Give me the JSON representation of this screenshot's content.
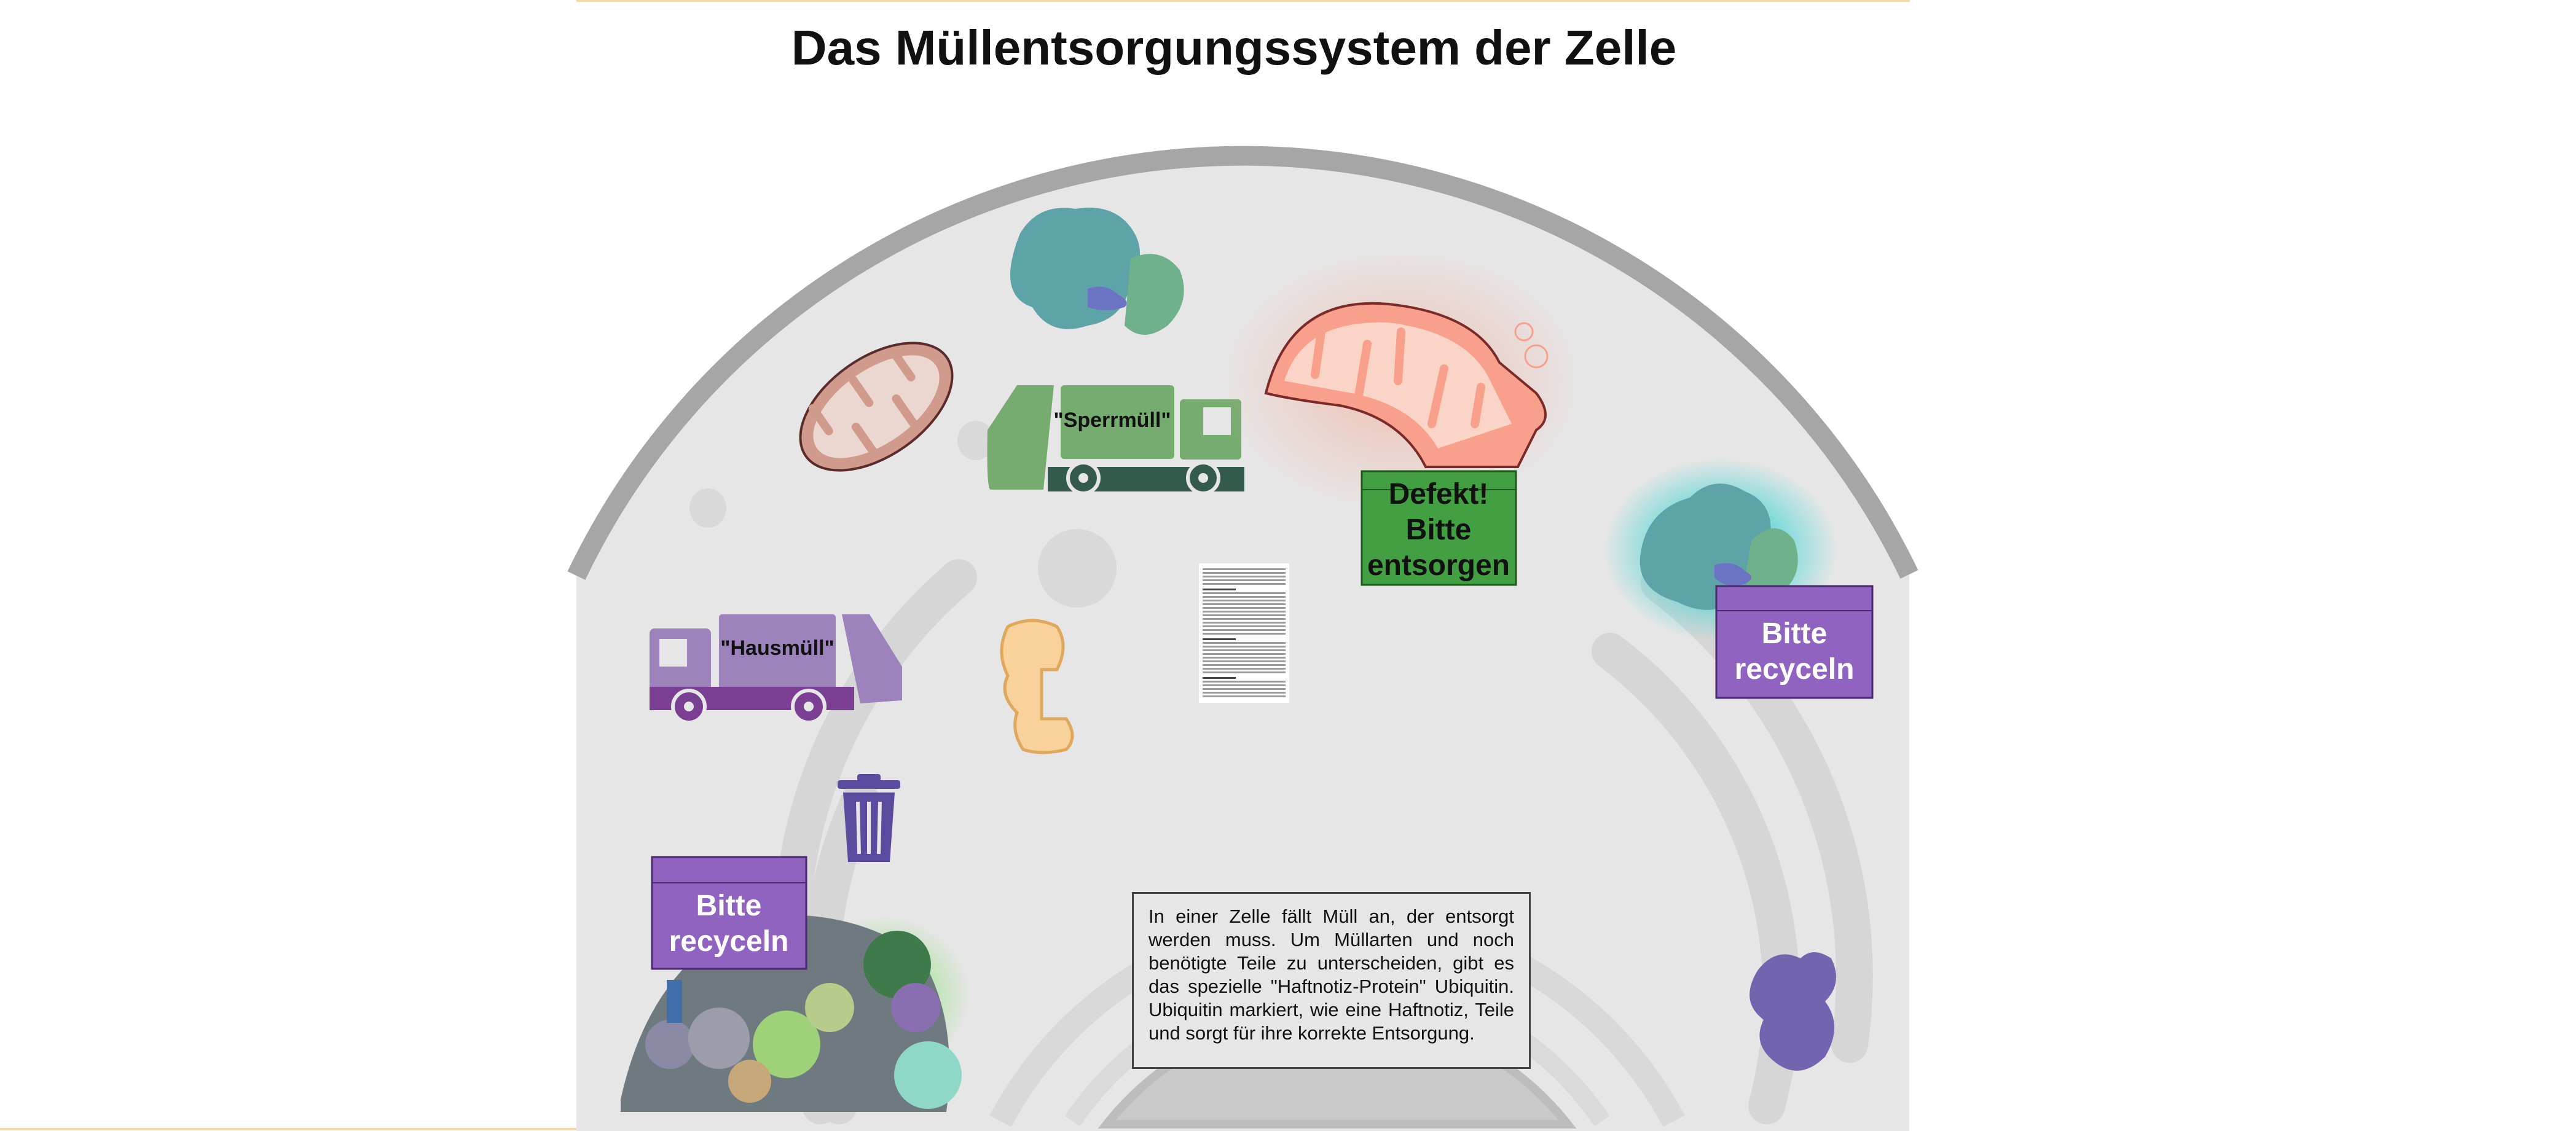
{
  "title": "Das Müllentsorgungssystem der Zelle",
  "trucks": {
    "green": {
      "label": "\"Sperrmüll\"",
      "color": "#77ac70",
      "chassis": "#335a4a"
    },
    "purple": {
      "label": "\"Hausmüll\"",
      "color": "#9d83bc",
      "chassis": "#7a3f92"
    }
  },
  "tags": {
    "defect": {
      "lines": [
        "Defekt!",
        "Bitte",
        "entsorgen"
      ],
      "color": "#43a042"
    },
    "recycle_right": {
      "lines": [
        "Bitte",
        "recyceln"
      ],
      "color": "#9163c0"
    },
    "recycle_left": {
      "lines": [
        "Bitte",
        "recyceln"
      ],
      "color": "#9163c0"
    }
  },
  "info_text": "In einer Zelle fällt Müll an, der entsorgt werden muss. Um Müllarten und noch benötigte Teile zu unterscheiden, gibt es das spezielle \"Haftnotiz-Protein\" Ubiquitin. Ubiquitin markiert, wie eine Haftnotiz, Teile und sorgt für ihre korrekte Entsorgung.",
  "icons": [
    "mitochondrion-icon",
    "damaged-mitochondrion-icon",
    "proteasome-icon",
    "trash-can-icon",
    "garbage-pile-icon",
    "protein-icon",
    "document-thumbnail"
  ]
}
